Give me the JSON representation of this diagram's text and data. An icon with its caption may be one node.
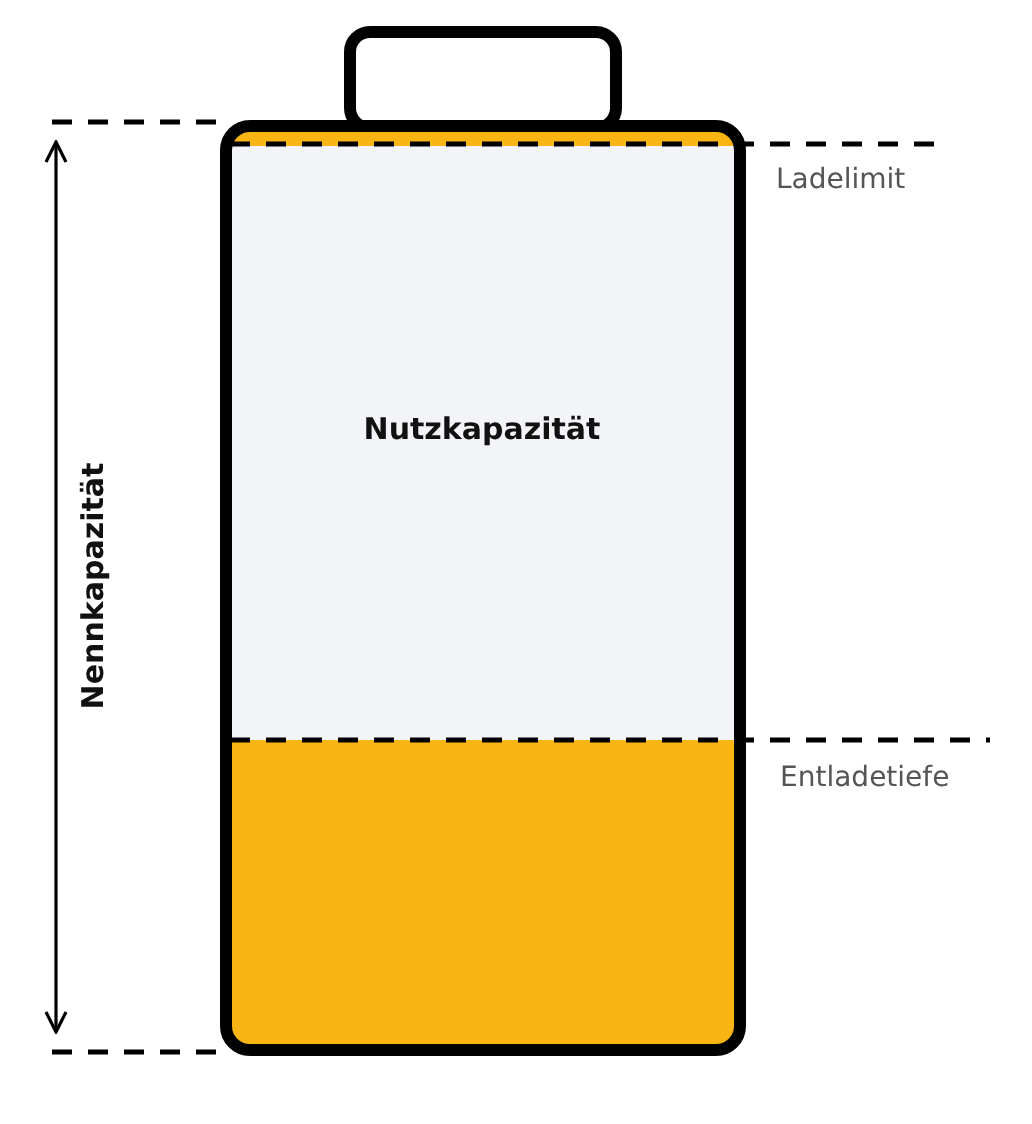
{
  "diagram": {
    "labels": [
      "Ladelimit",
      "Nutzkapazität",
      "Nennkapazität",
      "Entladetiefe"
    ]
  }
}
